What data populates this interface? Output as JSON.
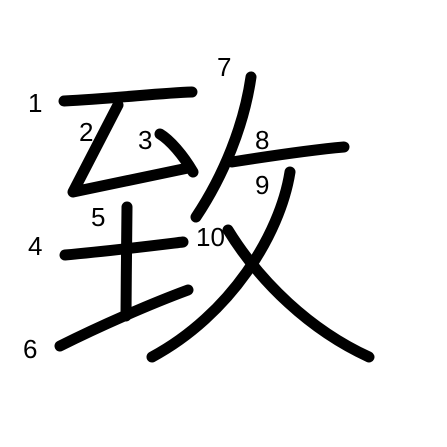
{
  "character": "致",
  "stroke_color": "#000000",
  "background_color": "#ffffff",
  "stroke_numbers": [
    "1",
    "2",
    "3",
    "4",
    "5",
    "6",
    "7",
    "8",
    "9",
    "10"
  ]
}
